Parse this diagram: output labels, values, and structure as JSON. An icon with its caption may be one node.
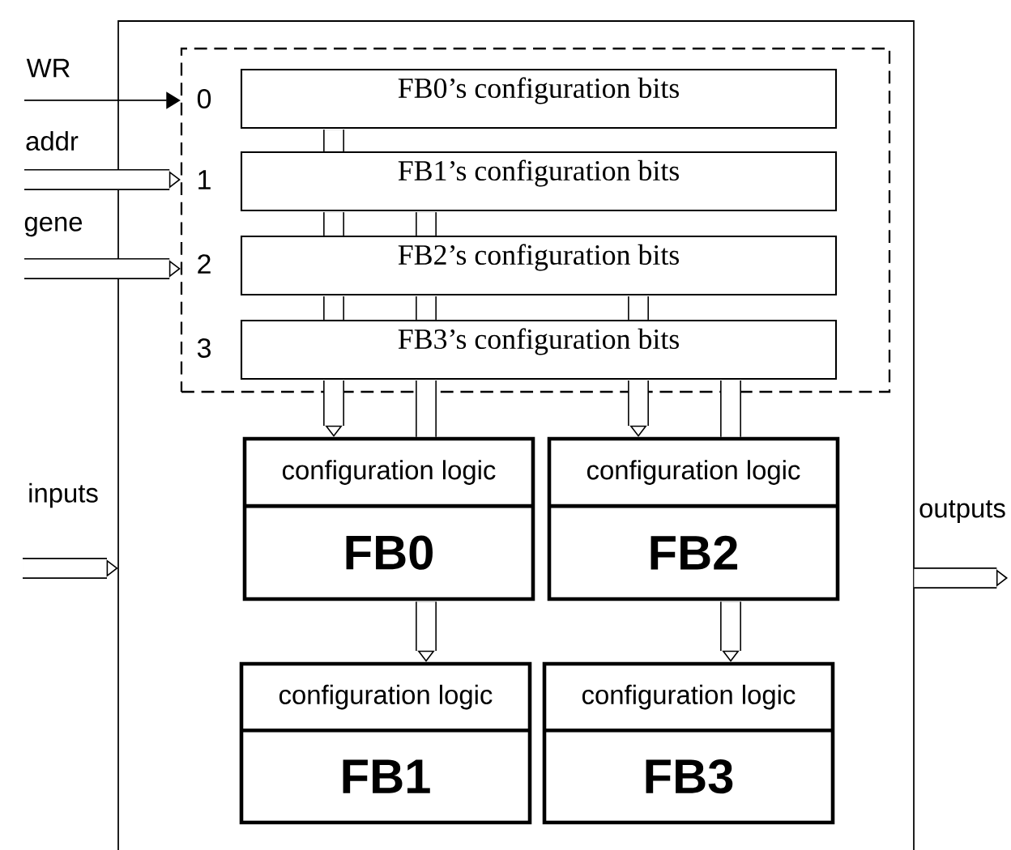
{
  "diagram": {
    "nodes": [
      {
        "text": [],
        "shape": "box"
      },
      {
        "text": [],
        "shape": "box",
        "in": 0
      },
      {
        "text": [
          "FB0’s configuration bits"
        ],
        "in": 1
      },
      {
        "text": [
          "FB1’s configuration bits"
        ],
        "in": 1
      },
      {
        "text": [
          "FB2’s configuration bits"
        ],
        "in": 1
      },
      {
        "text": [
          "FB3’s configuration bits"
        ],
        "in": 1
      },
      {
        "text": [
          "configuration logic",
          "FB0"
        ],
        "in": 0
      },
      {
        "text": [
          "configuration logic",
          "FB2"
        ],
        "in": 0
      },
      {
        "text": [
          "configuration logic",
          "FB1"
        ],
        "in": 0
      },
      {
        "text": [
          "configuration logic",
          "FB3"
        ],
        "in": 0
      }
    ],
    "edges": [
      {
        "from": null,
        "to": 1,
        "arrow": "to",
        "label": "WR"
      },
      {
        "from": null,
        "to": 1,
        "arrow": "to",
        "label": "addr"
      },
      {
        "from": null,
        "to": 1,
        "arrow": "to",
        "label": "gene"
      },
      {
        "from": null,
        "to": 0,
        "arrow": "to",
        "label": "inputs"
      },
      {
        "from": 0,
        "to": null,
        "arrow": "to",
        "label": "outputs"
      },
      {
        "from": 2,
        "to": 3,
        "arrow": "none"
      },
      {
        "from": 3,
        "to": 4,
        "arrow": "none"
      },
      {
        "from": 3,
        "to": 4,
        "arrow": "none"
      },
      {
        "from": 4,
        "to": 5,
        "arrow": "none"
      },
      {
        "from": 4,
        "to": 5,
        "arrow": "none"
      },
      {
        "from": 4,
        "to": 5,
        "arrow": "none"
      },
      {
        "from": 5,
        "to": 6,
        "arrow": "to"
      },
      {
        "from": 5,
        "to": 6,
        "arrow": "none"
      },
      {
        "from": 5,
        "to": 7,
        "arrow": "to"
      },
      {
        "from": 5,
        "to": 7,
        "arrow": "none"
      },
      {
        "from": 6,
        "to": 8,
        "arrow": "to"
      },
      {
        "from": 7,
        "to": 9,
        "arrow": "to"
      }
    ],
    "labels": [
      "0",
      "1",
      "2",
      "3"
    ]
  }
}
